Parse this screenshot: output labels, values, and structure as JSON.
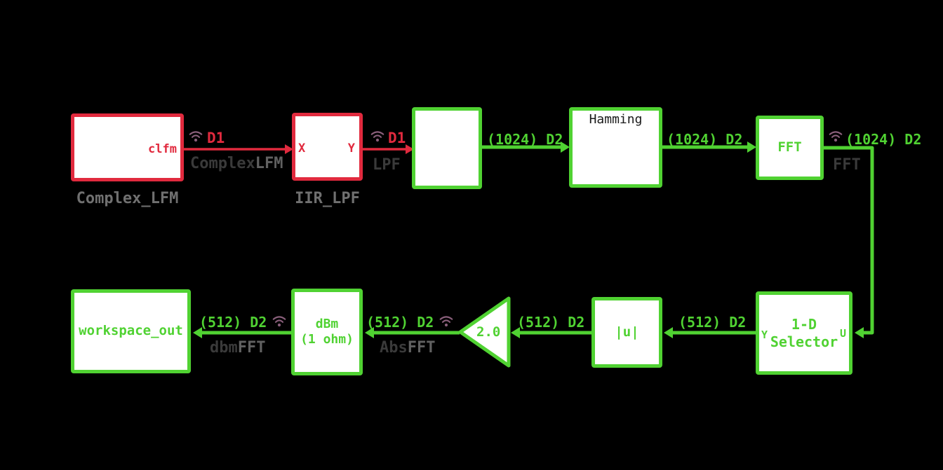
{
  "colors": {
    "background": "#000000",
    "active_green": "#50d232",
    "error_red": "#e12a3e",
    "block_fill": "#ffffff",
    "block_name_gray": "#707070",
    "signal_name_dark": "#3a3a3a",
    "signal_name_light": "#616161",
    "logging_badge_purple": "#8a5f7b",
    "icon_black": "#1a1a1a"
  },
  "blocks": {
    "complex_lfm": {
      "label": "Complex_LFM",
      "port_out": "clfm"
    },
    "iir_lpf": {
      "label": "IIR_LPF",
      "port_in": "X",
      "port_out": "Y"
    },
    "buffer": {
      "icon": "buffer-icon"
    },
    "hamming": {
      "title": "Hamming",
      "icon": "window-curve-icon"
    },
    "fft": {
      "text": "FFT"
    },
    "selector": {
      "line1": "1-D",
      "line2": "Selector",
      "port_y": "Y",
      "port_u": "U"
    },
    "abs": {
      "text": "|u|"
    },
    "gain": {
      "text": "2.0"
    },
    "dbm": {
      "line1": "dBm",
      "line2": "(1 ohm)"
    },
    "workspace_out": {
      "text": "workspace_out"
    }
  },
  "signals": {
    "clfm_out": {
      "dim": "D1",
      "name_main": "Complex",
      "name_suffix": "LFM"
    },
    "lpf_out": {
      "dim": "D1",
      "name_main": "LPF",
      "name_suffix": ""
    },
    "buffer_out": {
      "dim": "(1024) D2"
    },
    "hamming_out": {
      "dim": "(1024) D2"
    },
    "fft_out": {
      "dim": "(1024) D2",
      "name_main": "FFT",
      "name_suffix": ""
    },
    "selector_out": {
      "dim": "(512) D2"
    },
    "abs_out": {
      "dim": "(512) D2"
    },
    "gain_out": {
      "dim": "(512) D2",
      "name_main": "Abs",
      "name_suffix": "FFT"
    },
    "dbm_out": {
      "dim": "(512) D2",
      "name_main": "dbm",
      "name_suffix": "FFT"
    }
  }
}
